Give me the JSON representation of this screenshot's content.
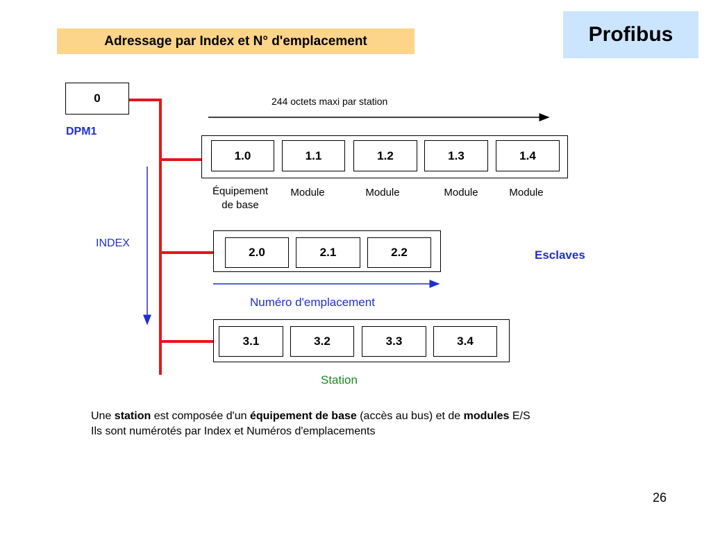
{
  "header": {
    "title": "Adressage par Index et N° d'emplacement",
    "brand": "Profibus"
  },
  "master": {
    "address": "0",
    "name": "DPM1"
  },
  "diagram": {
    "top_arrow_label": "244 octets maxi par station",
    "index_label": "INDEX",
    "slaves_label": "Esclaves",
    "slot_label": "Numéro d'emplacement",
    "station_label": "Station",
    "stations": [
      {
        "modules": [
          "1.0",
          "1.1",
          "1.2",
          "1.3",
          "1.4"
        ]
      },
      {
        "modules": [
          "2.0",
          "2.1",
          "2.2"
        ]
      },
      {
        "modules": [
          "3.1",
          "3.2",
          "3.3",
          "3.4"
        ]
      }
    ],
    "row1_captions": {
      "base_line1": "Équipement",
      "base_line2": "de base",
      "module1": "Module",
      "module2": "Module",
      "module3": "Module",
      "module4": "Module"
    }
  },
  "footer": {
    "line1": {
      "p1": "Une ",
      "b1": "station",
      "p2": " est composée d'un ",
      "b2": "équipement de base",
      "p3": " (accès au bus) et de ",
      "b3": "modules",
      "p4": " E/S"
    },
    "line2": "Ils sont numérotés par Index et Numéros d'emplacements"
  },
  "page_number": "26",
  "colors": {
    "title_bg": "#fcd48a",
    "brand_bg": "#cce5ff",
    "bus_red": "#e8141a",
    "index_blue": "#1f2fd0",
    "station_green": "#1a8a1a"
  }
}
